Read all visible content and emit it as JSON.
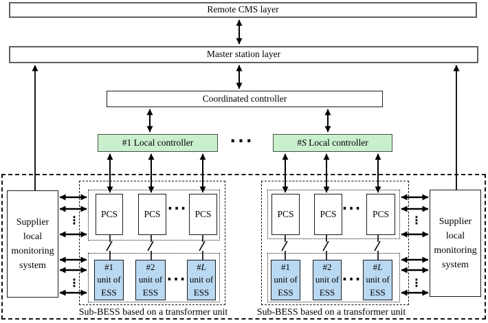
{
  "top_layers": {
    "remote_cms": "Remote CMS layer",
    "master_station": "Master station layer",
    "coordinated_controller": "Coordinated controller"
  },
  "local_controllers": {
    "first": {
      "prefix": "#1",
      "suffix": " Local controller"
    },
    "last": {
      "prefix": "#",
      "index_var": "S",
      "suffix": " Local controller"
    },
    "ellipsis": "···"
  },
  "sub_bess": {
    "caption": "Sub-BESS based on a transformer unit",
    "pcs_label": "PCS",
    "pcs_ellipsis": "···",
    "ess_ellipsis": "···",
    "units": {
      "first": {
        "num": "#1",
        "line2": "unit of",
        "line3": "ESS"
      },
      "second": {
        "num": "#2",
        "line2": "unit of",
        "line3": "ESS"
      },
      "last": {
        "prefix": "#",
        "index_var": "L",
        "line2": "unit of",
        "line3": "ESS"
      }
    }
  },
  "supplier": {
    "lines": [
      "Supplier",
      "local",
      "monitoring",
      "system"
    ]
  },
  "symbols": {
    "vertical_ellipsis": "⋮"
  },
  "colors": {
    "local_controller_fill": "#c9efcd",
    "ess_unit_fill": "#b9d8f1",
    "top_layer_border": "#5f5f5f"
  }
}
